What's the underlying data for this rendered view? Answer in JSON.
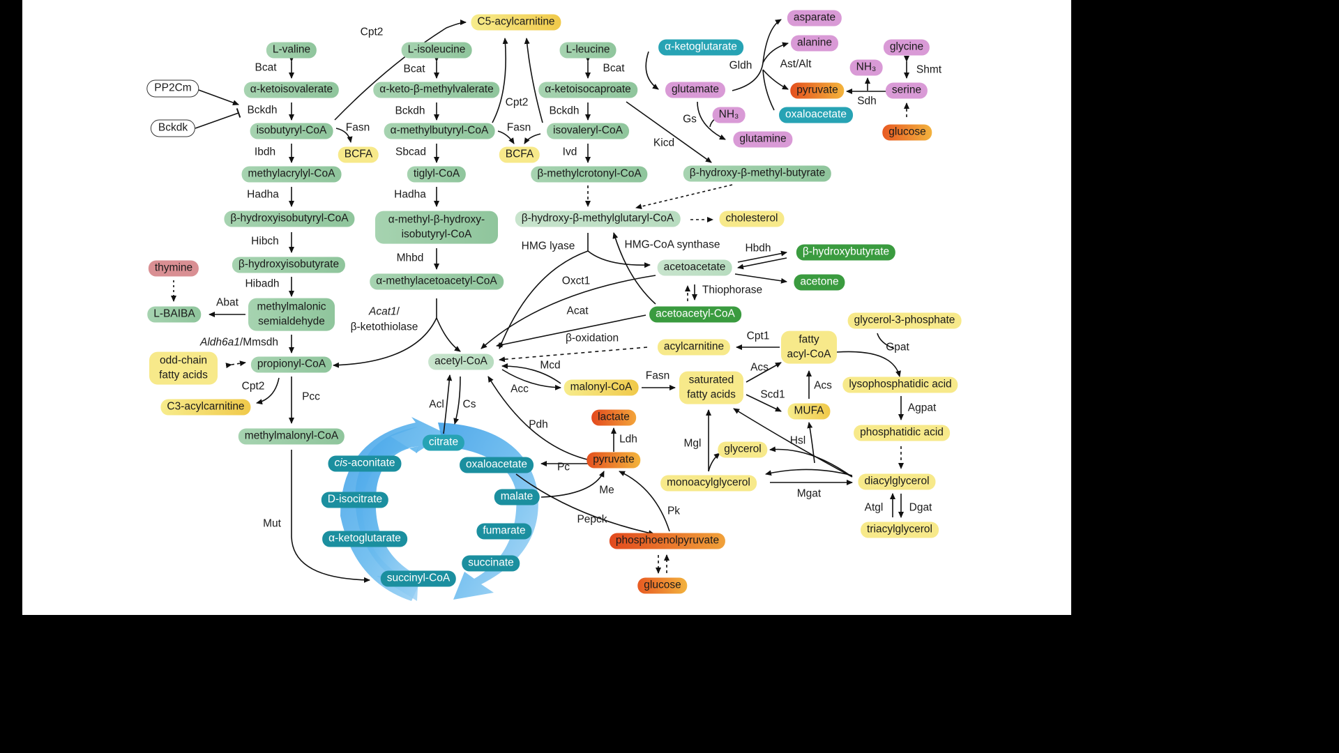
{
  "colors": {
    "green": "#9ccc a6",
    "dark_green": "#3a9b3f",
    "yellow": "#f7e98a",
    "purple": "#d99ad6",
    "teal": "#27a3b4",
    "orange": "#e4501e",
    "tca_cycle": "#4aa8e8"
  },
  "nodes": {
    "c5_acylcarnitine": "C5-acylcarnitine",
    "l_valine": "L-valine",
    "l_isoleucine": "L-isoleucine",
    "l_leucine": "L-leucine",
    "pp2cm": "PP2Cm",
    "bckdk": "Bckdk",
    "a_ketoisovalerate": "α-ketoisovalerate",
    "a_keto_b_methylvalerate": "α-keto-β-methylvalerate",
    "a_ketoisocaproate": "α-ketoisocaproate",
    "isobutyryl_coa": "isobutyryl-CoA",
    "a_methylbutyryl_coa": "α-methylbutyryl-CoA",
    "isovaleryl_coa": "isovaleryl-CoA",
    "bcfa_1": "BCFA",
    "bcfa_2": "BCFA",
    "methylacrylyl_coa": "methylacrylyl-CoA",
    "tiglyl_coa": "tiglyl-CoA",
    "b_methylcrotonyl_coa": "β-methylcrotonyl-CoA",
    "b_hydroxy_b_methyl_butyrate": "β-hydroxy-β-methyl-butyrate",
    "b_hydroxyisobutyryl_coa": "β-hydroxyisobutyryl-CoA",
    "a_methyl_b_hydroxy_line1": "α-methyl-β-hydroxy-",
    "a_methyl_b_hydroxy_line2": "isobutyryl-CoA",
    "hmg_coa": "β-hydroxy-β-methylglutaryl-CoA",
    "cholesterol": "cholesterol",
    "thymine": "thymine",
    "b_hydroxyisobutyrate": "β-hydroxyisobutyrate",
    "a_methylacetoacetyl_coa": "α-methylacetoacetyl-CoA",
    "acetoacetate": "acetoacetate",
    "b_hydroxybutyrate": "β-hydroxybutyrate",
    "acetone": "acetone",
    "l_baiba": "L-BAIBA",
    "mms_line1": "methylmalonic",
    "mms_line2": "semialdehyde",
    "acetoacetyl_coa": "acetoacetyl-CoA",
    "glycerol_3_phosphate": "glycerol-3-phosphate",
    "ocfa_line1": "odd-chain",
    "ocfa_line2": "fatty acids",
    "propionyl_coa": "propionyl-CoA",
    "acetyl_coa": "acetyl-CoA",
    "acylcarnitine": "acylcarnitine",
    "fac_line1": "fatty",
    "fac_line2": "acyl-CoA",
    "lysophosphatidic_acid": "lysophosphatidic acid",
    "c3_acylcarnitine": "C3-acylcarnitine",
    "malonyl_coa": "malonyl-CoA",
    "sfa_line1": "saturated",
    "sfa_line2": "fatty acids",
    "mufa": "MUFA",
    "phosphatidic_acid": "phosphatidic acid",
    "methylmalonyl_coa": "methylmalonyl-CoA",
    "lactate": "lactate",
    "citrate": "citrate",
    "cis_aconitate_italic": "cis",
    "cis_aconitate_rest": "-aconitate",
    "oxaloacetate_tca": "oxaloacetate",
    "pyruvate_center": "pyruvate",
    "glycerol": "glycerol",
    "d_isocitrate": "D-isocitrate",
    "malate": "malate",
    "monoacylglycerol": "monoacylglycerol",
    "diacylglycerol": "diacylglycerol",
    "fumarate": "fumarate",
    "triacylglycerol": "triacylglycerol",
    "a_ketoglutarate_tca": "α-ketoglutarate",
    "phosphoenolpyruvate": "phosphoenolpyruvate",
    "succinate": "succinate",
    "succinyl_coa": "succinyl-CoA",
    "glucose_bottom": "glucose",
    "asparate": "asparate",
    "alanine": "alanine",
    "glycine": "glycine",
    "a_ketoglutarate_top": "α-ketoglutarate",
    "nh3_1": "NH₃",
    "glutamate": "glutamate",
    "pyruvate_top": "pyruvate",
    "serine": "serine",
    "nh3_2": "NH₃",
    "oxaloacetate_top": "oxaloacetate",
    "glucose_top": "glucose",
    "glutamine": "glutamine"
  },
  "labels": {
    "cpt2_top": "Cpt2",
    "bcat_1": "Bcat",
    "bcat_2": "Bcat",
    "bcat_3": "Bcat",
    "bckdh_1": "Bckdh",
    "bckdh_2": "Bckdh",
    "bckdh_3": "Bckdh",
    "cpt2_mid": "Cpt2",
    "fasn_1": "Fasn",
    "fasn_2": "Fasn",
    "ibdh": "Ibdh",
    "sbcad": "Sbcad",
    "ivd": "Ivd",
    "kicd": "Kicd",
    "hadha_1": "Hadha",
    "hadha_2": "Hadha",
    "hibch": "Hibch",
    "hibadh": "Hibadh",
    "mhbd": "Mhbd",
    "hmg_lyase": "HMG lyase",
    "hmg_coa_synthase": "HMG-CoA synthase",
    "hbdh": "Hbdh",
    "oxct1": "Oxct1",
    "thiophorase": "Thiophorase",
    "abat": "Abat",
    "acat1_italic": "Acat1",
    "acat1_slash": "/",
    "b_ketothiolase": "β-ketothiolase",
    "acat": "Acat",
    "b_oxidation": "β-oxidation",
    "cpt1": "Cpt1",
    "gpat": "Gpat",
    "aldh6a1_italic": "Aldh6a1",
    "mmsdh": "/Mmsdh",
    "mcd": "Mcd",
    "acc": "Acc",
    "fasn_3": "Fasn",
    "acs_1": "Acs",
    "acs_2": "Acs",
    "scd1": "Scd1",
    "agpat": "Agpat",
    "cpt2_bottom": "Cpt2",
    "pcc": "Pcc",
    "acl": "Acl",
    "cs": "Cs",
    "pdh": "Pdh",
    "ldh": "Ldh",
    "hsl": "Hsl",
    "mgl": "Mgl",
    "pc": "Pc",
    "me": "Me",
    "mgat": "Mgat",
    "atgl": "Atgl",
    "dgat": "Dgat",
    "pk": "Pk",
    "mut": "Mut",
    "pepck": "Pepck",
    "gldh": "Gldh",
    "ast_alt": "Ast/Alt",
    "shmt": "Shmt",
    "sdh": "Sdh",
    "gs": "Gs"
  }
}
